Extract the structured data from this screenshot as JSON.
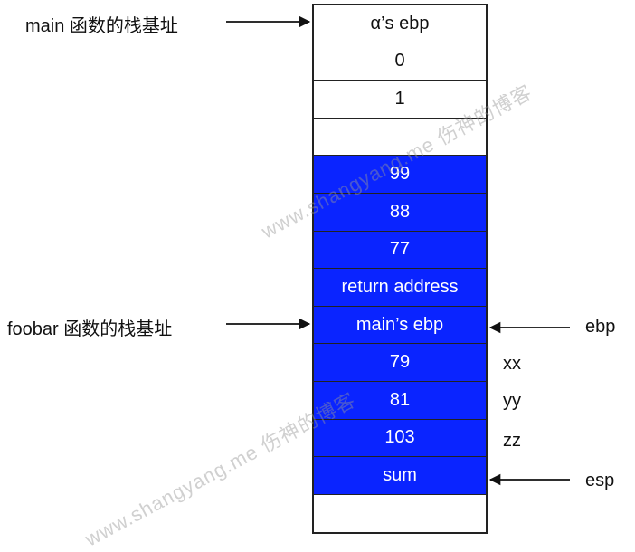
{
  "stack_cells": [
    {
      "label": "α’s ebp",
      "color": "white"
    },
    {
      "label": "0",
      "color": "white"
    },
    {
      "label": "1",
      "color": "white"
    },
    {
      "label": "",
      "color": "white"
    },
    {
      "label": "99",
      "color": "blue"
    },
    {
      "label": "88",
      "color": "blue"
    },
    {
      "label": "77",
      "color": "blue"
    },
    {
      "label": "return address",
      "color": "blue"
    },
    {
      "label": "main’s ebp",
      "color": "blue"
    },
    {
      "label": "79",
      "color": "blue"
    },
    {
      "label": "81",
      "color": "blue"
    },
    {
      "label": "103",
      "color": "blue"
    },
    {
      "label": "sum",
      "color": "blue"
    },
    {
      "label": "",
      "color": "white"
    }
  ],
  "annotations": {
    "main_base": "main 函数的栈基址",
    "foobar_base": "foobar 函数的栈基址",
    "ebp": "ebp",
    "esp": "esp"
  },
  "variables": [
    "xx",
    "yy",
    "zz"
  ],
  "watermark": "www.shangyang.me 伤神的博客",
  "colors": {
    "blue": "#0a24ff",
    "white": "#ffffff"
  }
}
